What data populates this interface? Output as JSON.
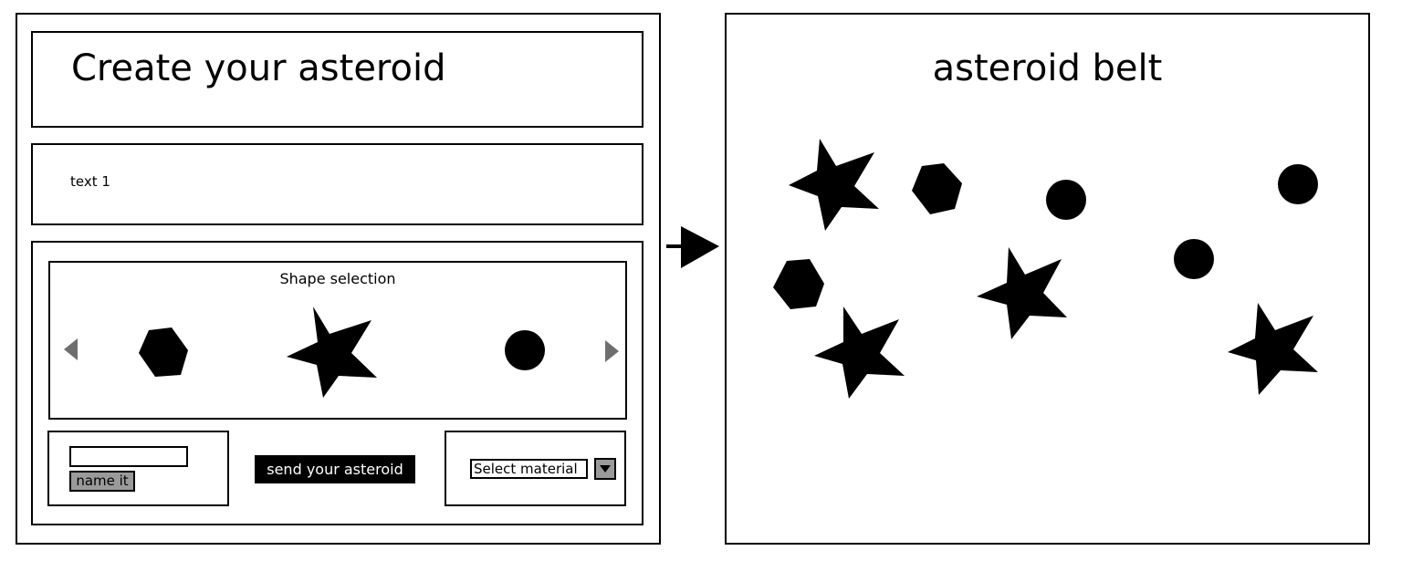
{
  "builder": {
    "title": "Create your asteroid",
    "text": "text 1",
    "shape_selection": {
      "title": "Shape selection",
      "prev_icon": "triangle-left-icon",
      "next_icon": "triangle-right-icon",
      "options": [
        "hexagon",
        "star",
        "circle"
      ],
      "selected": "star"
    },
    "name_button_label": "name it",
    "name_input_value": "",
    "send_button_label": "send your asteroid",
    "material_select_value": "Select material",
    "material_dropdown_icon": "triangle-down-icon"
  },
  "flow_arrow_icon": "arrow-right-icon",
  "belt": {
    "title": "asteroid belt",
    "asteroids": [
      "star",
      "hexagon",
      "circle",
      "circle",
      "hexagon",
      "star",
      "circle",
      "star",
      "star"
    ]
  },
  "colors": {
    "shape_fill": "#000000",
    "arrow_gray": "#6e6e6e",
    "button_gray": "#9a9a9a",
    "send_button_bg": "#000000",
    "send_button_text": "#ffffff"
  }
}
